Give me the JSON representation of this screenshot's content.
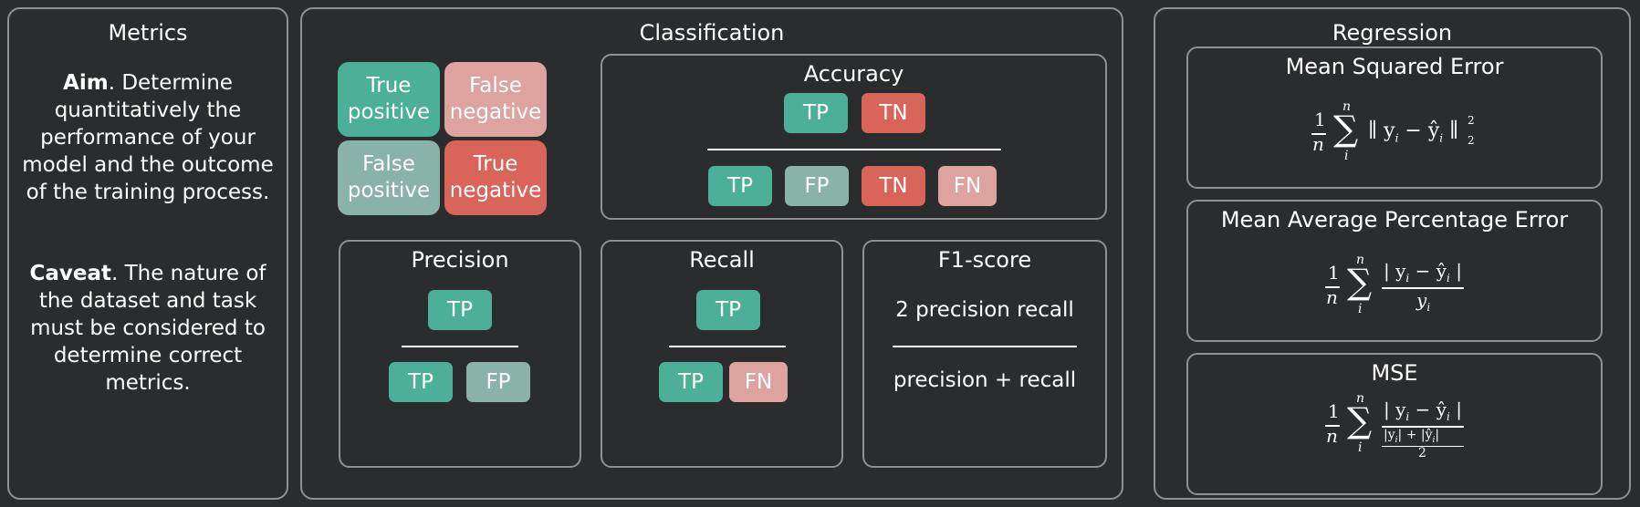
{
  "colors": {
    "background": "#2b2c2d",
    "border": "#8f9091",
    "true_positive": "#4caf98",
    "true_negative": "#d9655a",
    "false_positive": "#89b2a8",
    "false_negative": "#dca39f"
  },
  "metrics": {
    "title": "Metrics",
    "aim_label": "Aim",
    "aim_text": ". Determine quantitatively the performance of your model and the outcome of the training process.",
    "caveat_label": "Caveat",
    "caveat_text": ". The nature of the dataset and task must be considered to determine correct metrics."
  },
  "classification": {
    "title": "Classification",
    "matrix": {
      "tp": [
        "True",
        "positive"
      ],
      "fn": [
        "False",
        "negative"
      ],
      "fp": [
        "False",
        "positive"
      ],
      "tn": [
        "True",
        "negative"
      ]
    },
    "accuracy": {
      "title": "Accuracy",
      "numerator": [
        "TP",
        "TN"
      ],
      "denominator": [
        "TP",
        "FP",
        "TN",
        "FN"
      ]
    },
    "precision": {
      "title": "Precision",
      "numerator": [
        "TP"
      ],
      "denominator": [
        "TP",
        "FP"
      ]
    },
    "recall": {
      "title": "Recall",
      "numerator": [
        "TP"
      ],
      "denominator": [
        "TP",
        "FN"
      ]
    },
    "f1": {
      "title": "F1-score",
      "numerator": "2 precision recall",
      "denominator": "precision + recall"
    }
  },
  "regression": {
    "title": "Regression",
    "mse": {
      "title": "Mean Squared Error",
      "coef_num": "1",
      "coef_den": "n",
      "sum_top": "n",
      "sum_bottom": "i",
      "sigma": "∑",
      "body": "∥ y",
      "sub_i": "i",
      "minus": " − ŷ",
      "sub_i2": "i",
      "norm_close": " ∥",
      "sup": "2",
      "sub": "2"
    },
    "mape": {
      "title": "Mean Average Percentage Error",
      "coef_num": "1",
      "coef_den": "n",
      "sum_top": "n",
      "sum_bottom": "i",
      "sigma": "∑",
      "num_a": "| y",
      "num_sub": "i",
      "num_b": " − ŷ",
      "num_sub2": "i",
      "num_c": " |",
      "den": "y",
      "den_sub": "i"
    },
    "smape": {
      "title": "MSE",
      "coef_num": "1",
      "coef_den": "n",
      "sum_top": "n",
      "sum_bottom": "i",
      "sigma": "∑",
      "num_a": "| y",
      "num_sub": "i",
      "num_b": " − ŷ",
      "num_sub2": "i",
      "num_c": " |",
      "den_a": "|y",
      "den_sub": "i",
      "den_b": "| + |ŷ",
      "den_sub2": "i",
      "den_c": "|",
      "den_two": "2"
    }
  }
}
